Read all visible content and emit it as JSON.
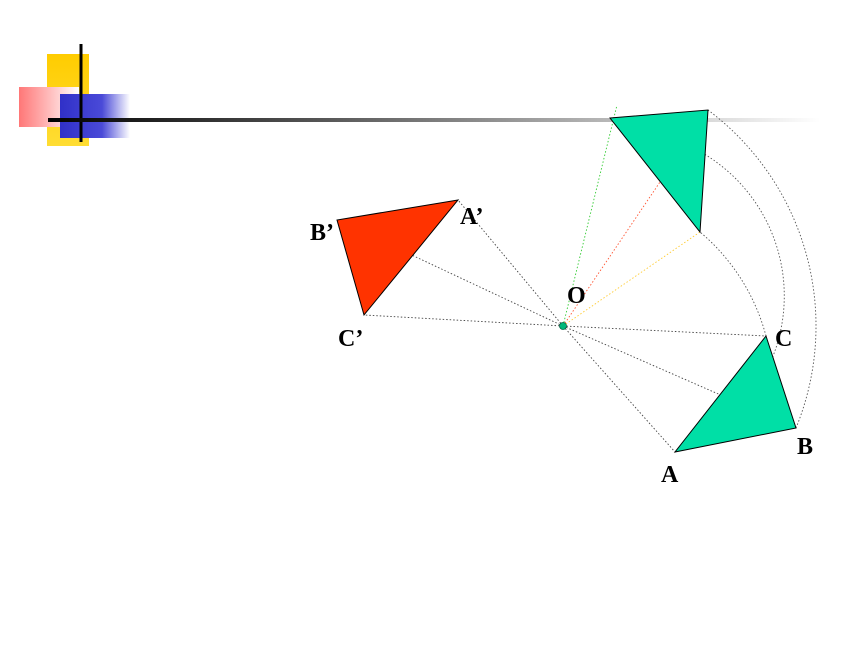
{
  "diagram": {
    "labels": {
      "A": "A",
      "B": "B",
      "C": "C",
      "O": "O",
      "A_prime": "A’",
      "B_prime": "B’",
      "C_prime": "C’"
    },
    "colors": {
      "original_triangle": "#00dfa6",
      "rotated_triangle": "#ff3300",
      "intermediate_triangle": "#00dfa6",
      "center_point": "#00b87a",
      "deco_yellow": "#ffcc00",
      "deco_blue": "#3333cc",
      "deco_red": "#ff6666"
    }
  }
}
